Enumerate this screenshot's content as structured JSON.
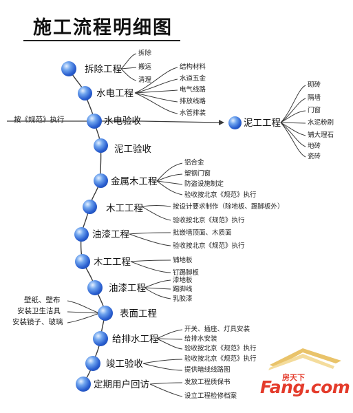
{
  "title": "施工流程明细图",
  "steps": [
    {
      "label": "拆除工程",
      "subs": [
        "拆除",
        "搬运",
        "清理"
      ]
    },
    {
      "label": "水电工程",
      "subs": [
        "结构材料",
        "水道五金",
        "电气线路",
        "排放线路",
        "水管排装"
      ]
    },
    {
      "label": "水电验收",
      "side": "按《规范》执行"
    },
    {
      "label": "泥工验收"
    },
    {
      "label": "金属木工程",
      "subs": [
        "铝合金",
        "塑钢门窗",
        "防盗设施制定",
        "验收按北京《规范》执行"
      ]
    },
    {
      "label": "木工工程",
      "subs": [
        "按设计要求制作（除地板、踢脚板外）",
        "验收按北京《规范》执行"
      ]
    },
    {
      "label": "油漆工程",
      "subs": [
        "批嵌墙顶面、木质面",
        "验收按北京《规范》执行"
      ]
    },
    {
      "label": "木工工程",
      "subs": [
        "铺地板",
        "钉踢脚板"
      ]
    },
    {
      "label": "油漆工程",
      "subs": [
        "漆地板",
        "踢脚线",
        "乳胶漆"
      ]
    },
    {
      "label": "表面工程",
      "sides": [
        "壁纸、壁布",
        "安装卫生洁具",
        "安装镜子、玻璃"
      ]
    },
    {
      "label": "给排水工程",
      "subs": [
        "开关、插座、灯具安装",
        "给排水安装",
        "验收按北京《规范》执行"
      ]
    },
    {
      "label": "竣工验收",
      "subs": [
        "验收按北京《规范》执行",
        "提供暗线线路图"
      ]
    },
    {
      "label": "定期用户回访",
      "subs": [
        "发放工程质保书",
        "设立工程检修档案"
      ]
    }
  ],
  "branch": {
    "label": "泥工工程",
    "subs": [
      "砌砖",
      "隔墙",
      "门窗",
      "水泥粉刷",
      "铺大理石",
      "地砖",
      "瓷砖"
    ]
  },
  "logo": {
    "text": "Fang.com",
    "cn": "房天下"
  },
  "colors": {
    "line": "#3a3a3a",
    "ball": "#2a5fd0",
    "brand": "#e43b2b"
  }
}
